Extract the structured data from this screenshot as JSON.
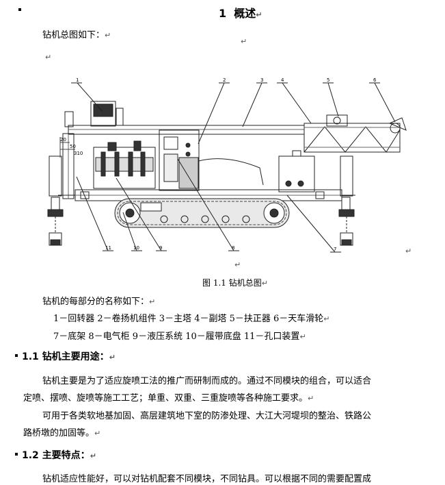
{
  "heading1": {
    "number": "1",
    "title": "概述"
  },
  "intro": "钻机总图如下：",
  "figure": {
    "callouts": [
      "1",
      "2",
      "3",
      "4",
      "5",
      "6",
      "7",
      "8",
      "9",
      "10",
      "11"
    ],
    "dimension_labels": [
      "20",
      "50",
      "310"
    ],
    "caption": "图 1.1  钻机总图"
  },
  "parts_intro": "钻机的每部分的名称如下：",
  "parts_line1": "1－回转器  2－卷扬机组件  3－主塔  4－副塔  5－扶正器  6－天车滑轮",
  "parts_line2": "7－底架   8－电气柜   9－液压系统  10－履带底盘   11－孔口装置",
  "section_1_1": {
    "number": "1.1",
    "title": "钻机主要用途：",
    "p1_line1": "钻机主要是为了适应旋喷工法的推广而研制而成的。通过不同模块的组合，可以适合",
    "p1_line2": "定喷、摆喷、旋喷等施工工艺；单重、双重、三重旋喷等各种施工要求。",
    "p2_line1": "可用于各类软地基加固、高层建筑地下室的防渗处理、大江大河堤坝的整治、铁路公",
    "p2_line2": "路桥墩的加固等。"
  },
  "section_1_2": {
    "number": "1.2",
    "title": "主要特点：",
    "p1_line1": "钻机适应性能好，可以对钻机配套不同模块，不同钻具。可以根据不同的需要配置成"
  },
  "marks": {
    "para": "↵",
    "anchor": "↵"
  }
}
